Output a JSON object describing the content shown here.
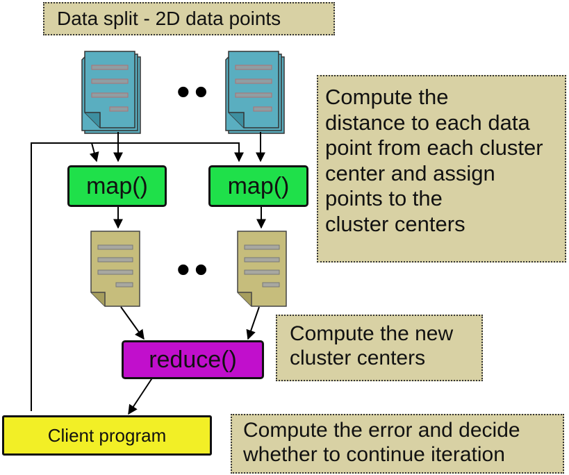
{
  "notes": {
    "data_split": "Data split - 2D data points",
    "map_description": [
      "Compute the",
      "distance to each data",
      "point from each cluster",
      "center and assign",
      "points to the",
      "cluster centers"
    ],
    "reduce_description": [
      "Compute the new",
      "cluster centers"
    ],
    "client_description": [
      "Compute the error and decide",
      "whether to continue iteration"
    ]
  },
  "nodes": {
    "map_left": "map()",
    "map_right": "map()",
    "reduce": "reduce()",
    "client": "Client program"
  },
  "ellipsis": {
    "input": "••",
    "output": "••"
  },
  "colors": {
    "input_doc": "#5aaec0",
    "output_doc": "#c6bd7c",
    "map": "#1fe04a",
    "reduce": "#c10fcc",
    "client": "#f2ef26",
    "note": "#d8d1a4"
  }
}
